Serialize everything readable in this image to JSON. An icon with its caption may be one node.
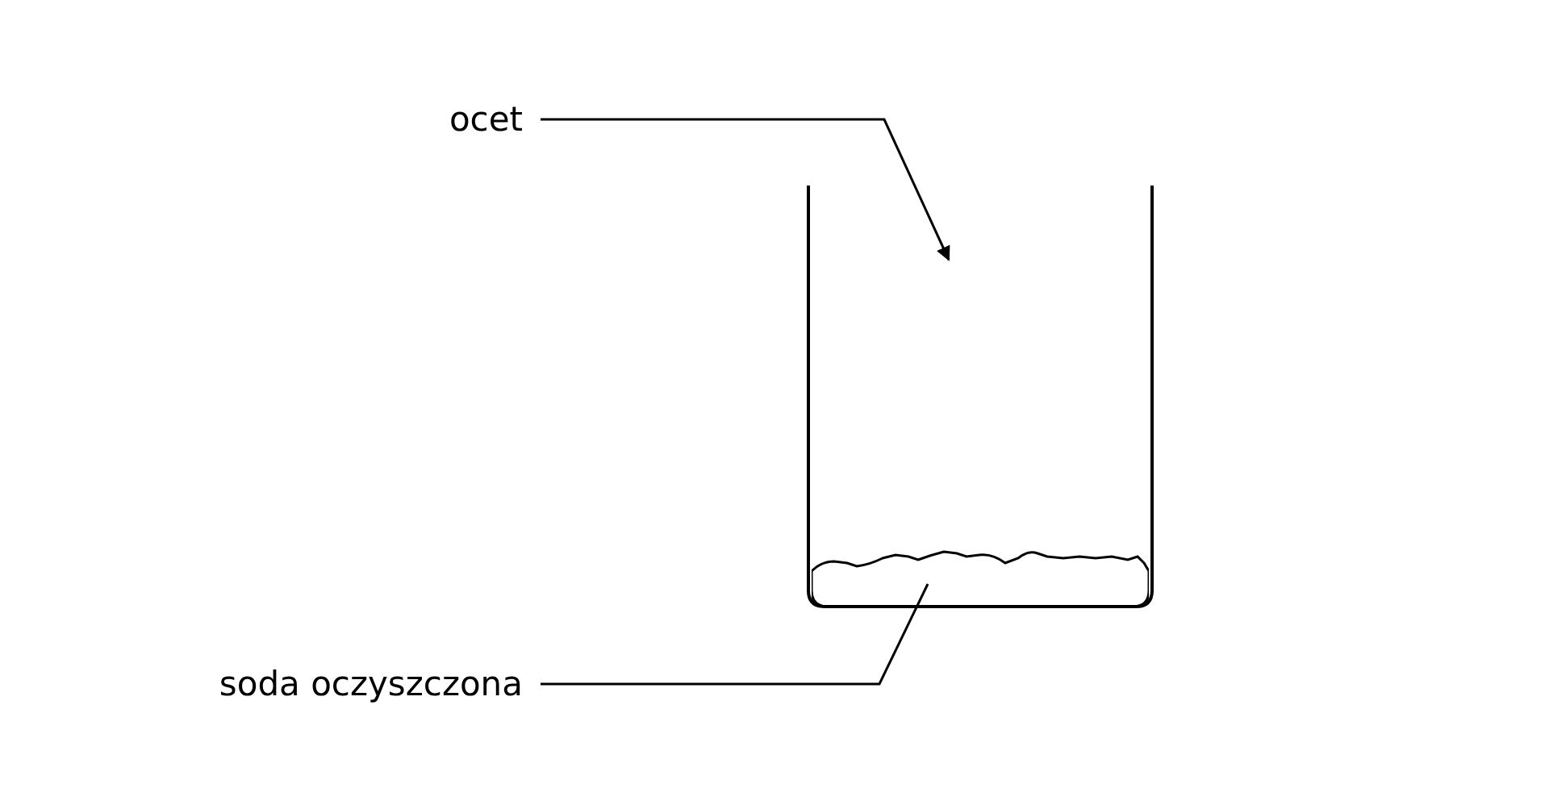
{
  "diagram": {
    "nodes": [
      {
        "text": [
          "ocet"
        ]
      },
      {
        "text": [
          "soda oczyszczona"
        ]
      },
      {
        "text": [],
        "shape": "box"
      }
    ],
    "edges": [
      {
        "from": 0,
        "to": 2,
        "arrow": "to"
      },
      {
        "from": 1,
        "to": 2,
        "arrow": "none"
      }
    ]
  }
}
